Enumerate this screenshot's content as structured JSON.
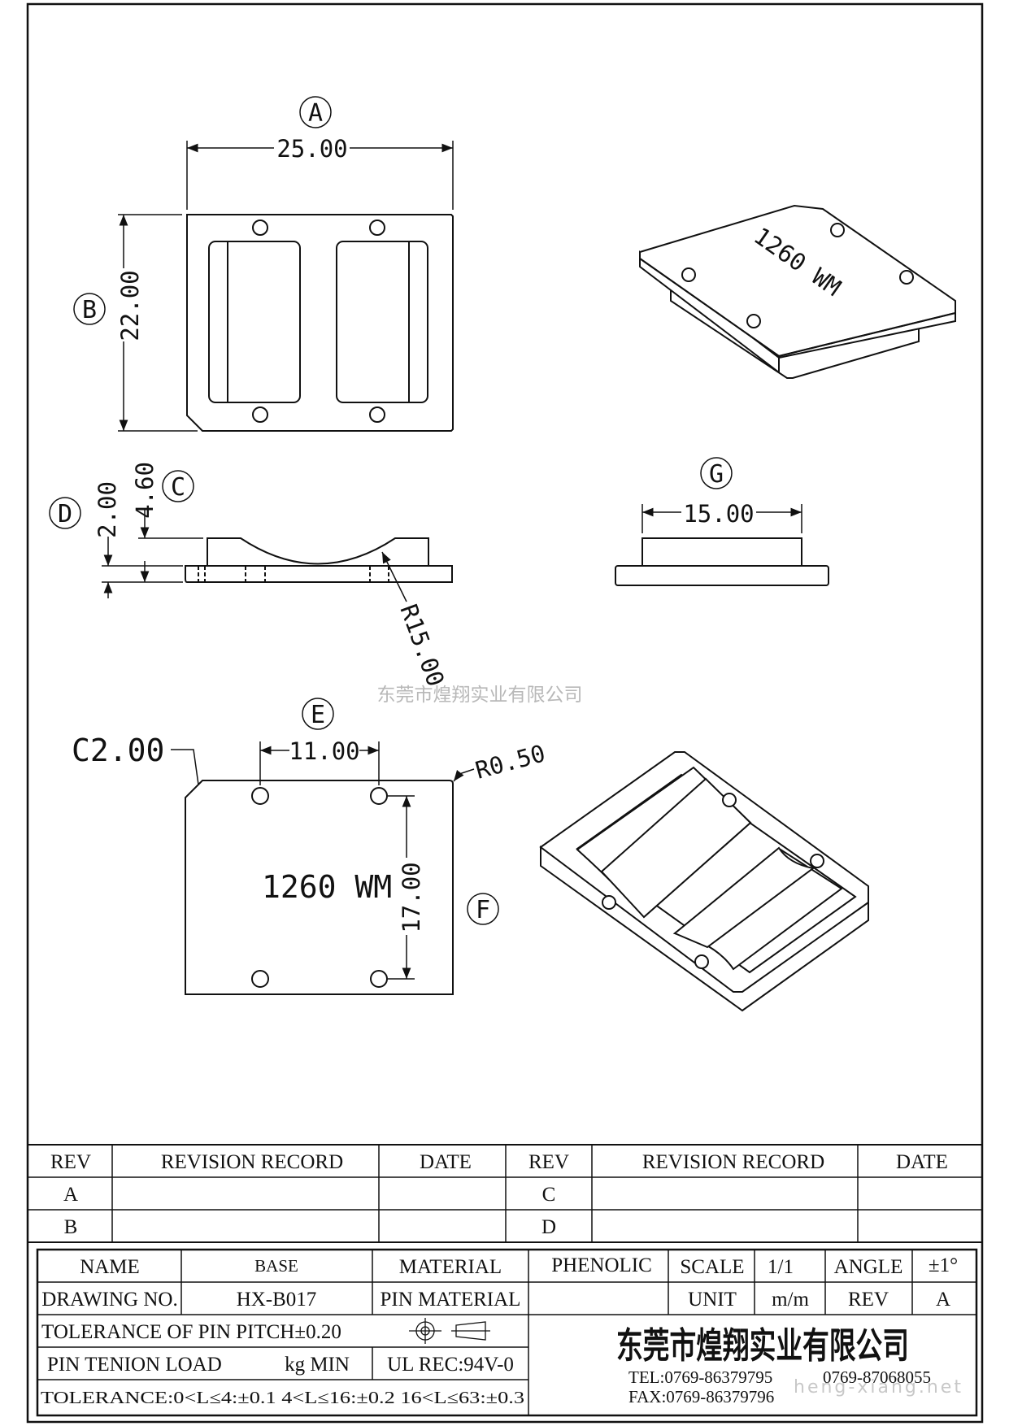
{
  "views": {
    "top": {
      "label_a": "A",
      "label_b": "B",
      "width": "25.00",
      "height": "22.00"
    },
    "side": {
      "label_c": "C",
      "label_d": "D",
      "dim_c": "4.60",
      "dim_d": "2.00",
      "radius": "R15.00"
    },
    "end": {
      "label_g": "G",
      "width": "15.00"
    },
    "bottom": {
      "label_e": "E",
      "label_f": "F",
      "chamfer": "C2.00",
      "pitch_x": "11.00",
      "pitch_y": "17.00",
      "corner_radius": "R0.50",
      "marking": "1260 WM"
    },
    "iso_top": {
      "marking": "1260 WM"
    }
  },
  "watermark": {
    "center": "东莞市煌翔实业有限公司",
    "corner": "heng-xiang.net"
  },
  "revision_table": {
    "headers": [
      "REV",
      "REVISION RECORD",
      "DATE",
      "REV",
      "REVISION RECORD",
      "DATE"
    ],
    "rows": [
      [
        "A",
        "",
        "",
        "C",
        "",
        ""
      ],
      [
        "B",
        "",
        "",
        "D",
        "",
        ""
      ]
    ]
  },
  "title_block": {
    "name_label": "NAME",
    "name_value": "BASE",
    "material_label": "MATERIAL",
    "material_value": "PHENOLIC",
    "scale_label": "SCALE",
    "scale_value": "1/1",
    "angle_label": "ANGLE",
    "angle_value": "±1°",
    "drawing_no_label": "DRAWING NO.",
    "drawing_no_value": "HX-B017",
    "pin_material_label": "PIN MATERIAL",
    "unit_label": "UNIT",
    "unit_value": "m/m",
    "rev_label": "REV",
    "rev_value": "A",
    "tolerance_pitch": "TOLERANCE OF PIN PITCH±0.20",
    "pin_tension_label": "PIN TENION LOAD",
    "pin_tension_unit": "kg MIN",
    "ul_rec": "UL REC:94V-0",
    "tolerance_line": "TOLERANCE:0<L≤4:±0.1   4<L≤16:±0.2   16<L≤63:±0.3",
    "company": "东莞市煌翔实业有限公司",
    "tel": "TEL:0769-86379795",
    "tel2": "0769-87068055",
    "fax": "FAX:0769-86379796"
  }
}
